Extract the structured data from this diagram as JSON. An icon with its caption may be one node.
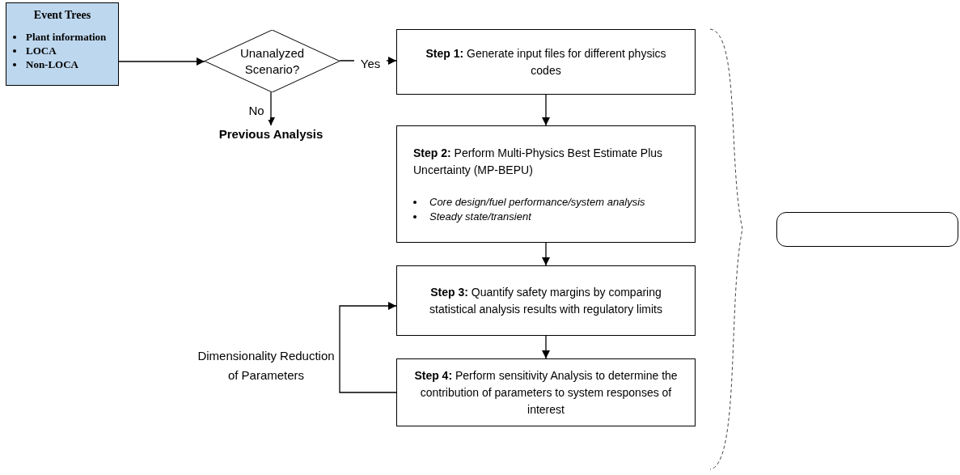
{
  "diagram": {
    "nodes": [
      {
        "text": [
          "Event Trees",
          "Plant information",
          "LOCA",
          "Non-LOCA"
        ]
      },
      {
        "text": [
          "Unanalyzed Scenario?"
        ]
      },
      {
        "text": [
          "Previous Analysis"
        ]
      },
      {
        "text": [
          "**Step 1:** Generate input files for different physics codes"
        ]
      },
      {
        "text": [
          "**Step 2:** Perform Multi-Physics Best Estimate Plus Uncertainty (MP-BEPU)",
          "Core design/fuel performance/system analysis",
          "Steady state/transient"
        ]
      },
      {
        "text": [
          "**Step 3:** Quantify safety margins by comparing statistical analysis results with regulatory limits"
        ]
      },
      {
        "text": [
          "**Step 4:** Perform sensitivity Analysis to determine the contribution of parameters to system responses of interest"
        ]
      },
      {
        "text": [],
        "shape": "box"
      }
    ],
    "edges": [
      {
        "from": 0,
        "to": 1,
        "arrow": "to"
      },
      {
        "from": 1,
        "to": 3,
        "arrow": "to",
        "label": "Yes"
      },
      {
        "from": 1,
        "to": 2,
        "arrow": "to",
        "label": "No"
      },
      {
        "from": 3,
        "to": 4,
        "arrow": "to"
      },
      {
        "from": 4,
        "to": 5,
        "arrow": "to"
      },
      {
        "from": 5,
        "to": 6,
        "arrow": "to"
      },
      {
        "from": 6,
        "to": 5,
        "arrow": "to",
        "label": "Dimensionality Reduction of Parameters"
      }
    ]
  }
}
